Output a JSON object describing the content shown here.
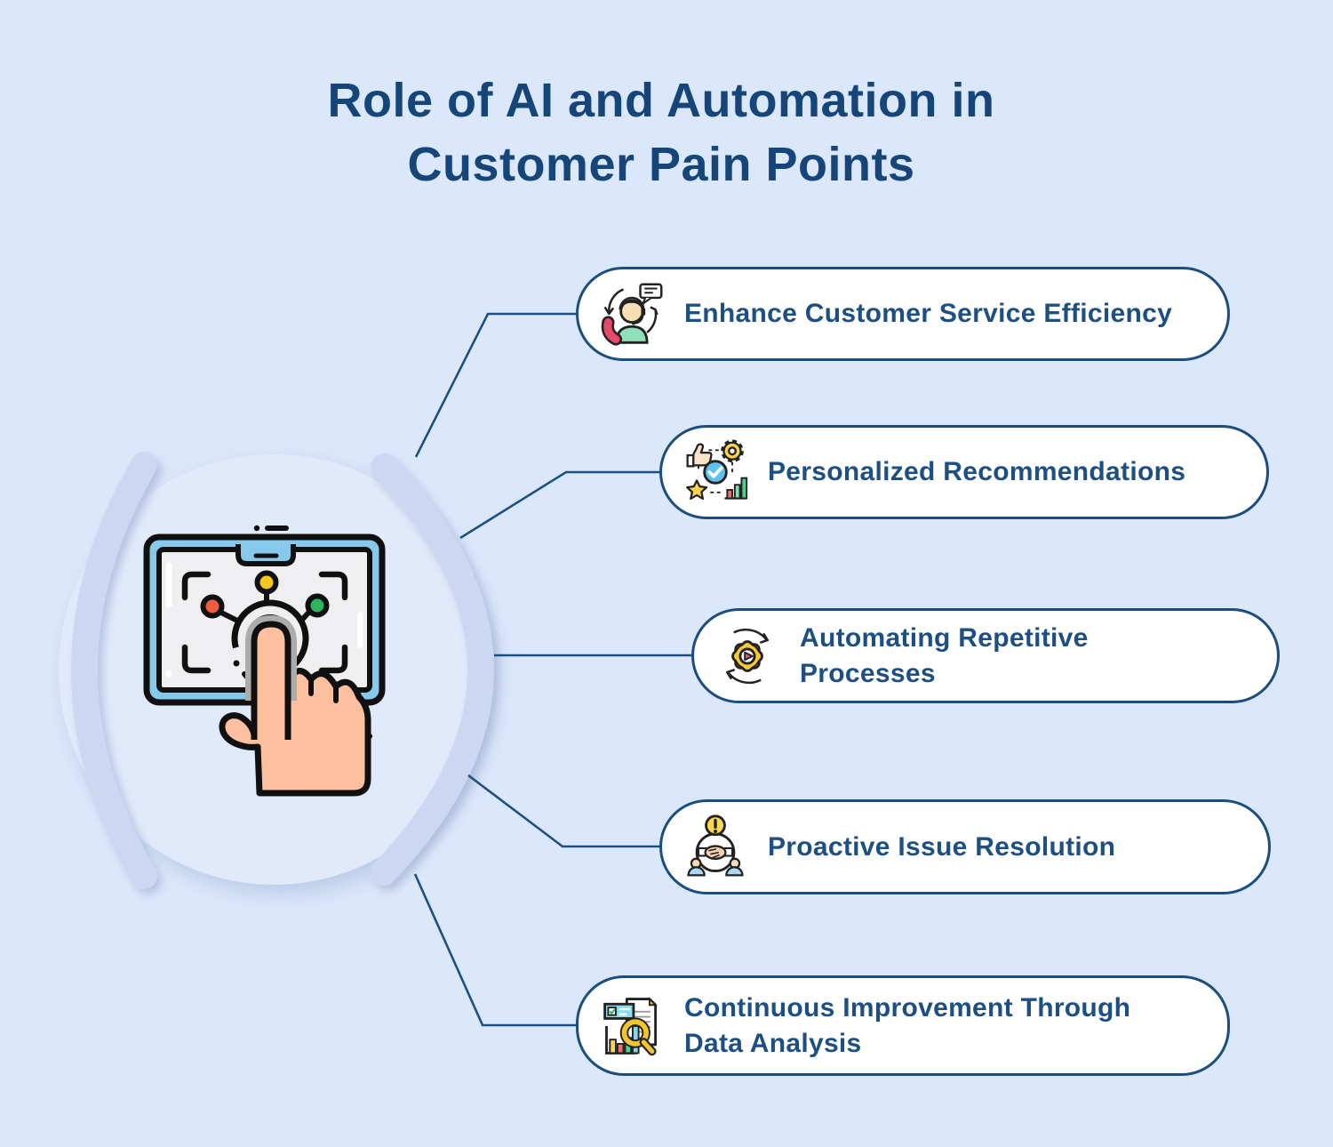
{
  "title": {
    "line1": "Role of AI and Automation in",
    "line2": "Customer Pain Points"
  },
  "center_illustration": {
    "name": "hand-touching-tablet-illustration",
    "description": "Hand pressing an AI network on a tablet screen, flanked by large parentheses"
  },
  "boxes": [
    {
      "label": "Enhance Customer Service Efficiency",
      "icon": "customer-service-agent-icon"
    },
    {
      "label": "Personalized Recommendations",
      "icon": "personalized-recommendations-icon"
    },
    {
      "label": "Automating Repetitive Processes",
      "icon": "automation-gear-icon"
    },
    {
      "label": "Proactive Issue Resolution",
      "icon": "proactive-issue-resolution-icon"
    },
    {
      "label": "Continuous Improvement Through Data Analysis",
      "icon": "data-analysis-icon"
    }
  ],
  "colors": {
    "background": "#dbe7fa",
    "accent_navy": "#1b4d7e",
    "title_text": "#164679",
    "label_text": "#1d4f82",
    "box_fill": "#ffffff",
    "parenthesis": "#ccd8f1",
    "tablet_blue": "#87c9ec",
    "screen_gray": "#efeff1",
    "hand_peach": "#fdc09e",
    "node_red": "#f15b40",
    "node_yellow": "#f8c822",
    "node_green": "#2eb45d"
  }
}
